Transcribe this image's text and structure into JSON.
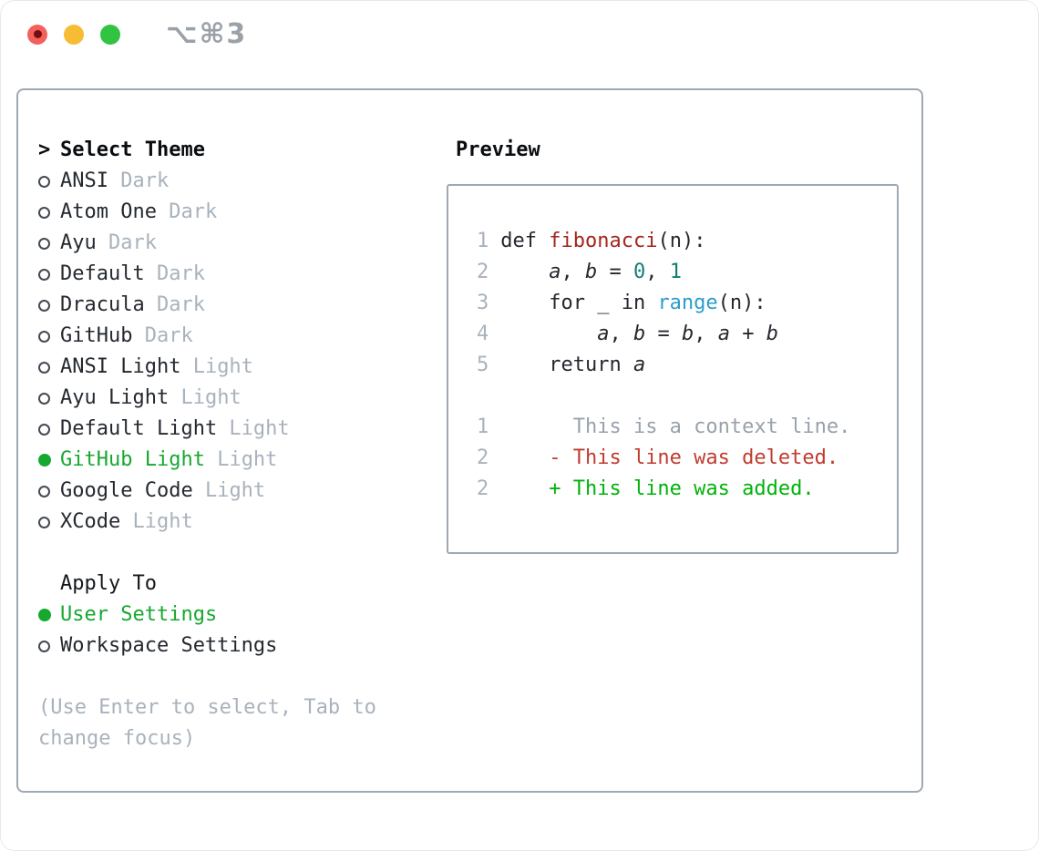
{
  "window": {
    "title": "⌥⌘3",
    "traffic_lights": [
      "close",
      "minimize",
      "zoom"
    ]
  },
  "colors": {
    "accent_green": "#16a82f",
    "added_green": "#00b20b",
    "deleted_red": "#c23b2e",
    "context_gray": "#99a1aa",
    "muted_gray": "#a9b2bc",
    "ink": "#24292f",
    "function_red": "#a3261e",
    "number_teal": "#0f7e72",
    "builtin_blue": "#2b9dcb",
    "border_gray": "#9fa9b3",
    "title_gray": "#9aa1a8",
    "traffic_red": "#f2615c",
    "traffic_yellow": "#f6bc33",
    "traffic_green": "#33c343"
  },
  "theme_picker": {
    "prompt": ">",
    "header": "Select Theme",
    "items": [
      {
        "name": "ANSI",
        "variant": "Dark",
        "selected": false
      },
      {
        "name": "Atom One",
        "variant": "Dark",
        "selected": false
      },
      {
        "name": "Ayu",
        "variant": "Dark",
        "selected": false
      },
      {
        "name": "Default",
        "variant": "Dark",
        "selected": false
      },
      {
        "name": "Dracula",
        "variant": "Dark",
        "selected": false
      },
      {
        "name": "GitHub",
        "variant": "Dark",
        "selected": false
      },
      {
        "name": "ANSI Light",
        "variant": "Light",
        "selected": false
      },
      {
        "name": "Ayu Light",
        "variant": "Light",
        "selected": false
      },
      {
        "name": "Default Light",
        "variant": "Light",
        "selected": false
      },
      {
        "name": "GitHub Light",
        "variant": "Light",
        "selected": true
      },
      {
        "name": "Google Code",
        "variant": "Light",
        "selected": false
      },
      {
        "name": "XCode",
        "variant": "Light",
        "selected": false
      }
    ],
    "apply_to": {
      "header": "Apply To",
      "options": [
        {
          "label": "User Settings",
          "selected": true
        },
        {
          "label": "Workspace Settings",
          "selected": false
        }
      ]
    },
    "hint": "(Use Enter to select, Tab to change focus)"
  },
  "preview": {
    "header": "Preview",
    "code_lines": [
      {
        "num": "1",
        "tokens": [
          {
            "t": "def ",
            "s": "keyword"
          },
          {
            "t": "fibonacci",
            "s": "function"
          },
          {
            "t": "(n):",
            "s": "plain"
          }
        ]
      },
      {
        "num": "2",
        "tokens": [
          {
            "t": "    ",
            "s": "plain"
          },
          {
            "t": "a",
            "s": "variable"
          },
          {
            "t": ", ",
            "s": "plain"
          },
          {
            "t": "b",
            "s": "variable"
          },
          {
            "t": " = ",
            "s": "plain"
          },
          {
            "t": "0",
            "s": "number"
          },
          {
            "t": ", ",
            "s": "plain"
          },
          {
            "t": "1",
            "s": "number"
          }
        ]
      },
      {
        "num": "3",
        "tokens": [
          {
            "t": "    for _ in ",
            "s": "plain"
          },
          {
            "t": "range",
            "s": "builtin"
          },
          {
            "t": "(n):",
            "s": "plain"
          }
        ]
      },
      {
        "num": "4",
        "tokens": [
          {
            "t": "        ",
            "s": "plain"
          },
          {
            "t": "a",
            "s": "variable"
          },
          {
            "t": ", ",
            "s": "plain"
          },
          {
            "t": "b",
            "s": "variable"
          },
          {
            "t": " = ",
            "s": "plain"
          },
          {
            "t": "b",
            "s": "variable"
          },
          {
            "t": ", ",
            "s": "plain"
          },
          {
            "t": "a",
            "s": "variable"
          },
          {
            "t": " + ",
            "s": "plain"
          },
          {
            "t": "b",
            "s": "variable"
          }
        ]
      },
      {
        "num": "5",
        "tokens": [
          {
            "t": "    return ",
            "s": "plain"
          },
          {
            "t": "a",
            "s": "variable"
          }
        ]
      }
    ],
    "diff_lines": [
      {
        "num": "1",
        "sign": " ",
        "text": "This is a context line.",
        "kind": "context"
      },
      {
        "num": "2",
        "sign": "-",
        "text": "This line was deleted.",
        "kind": "deleted"
      },
      {
        "num": "2",
        "sign": "+",
        "text": "This line was added.",
        "kind": "added"
      }
    ]
  }
}
